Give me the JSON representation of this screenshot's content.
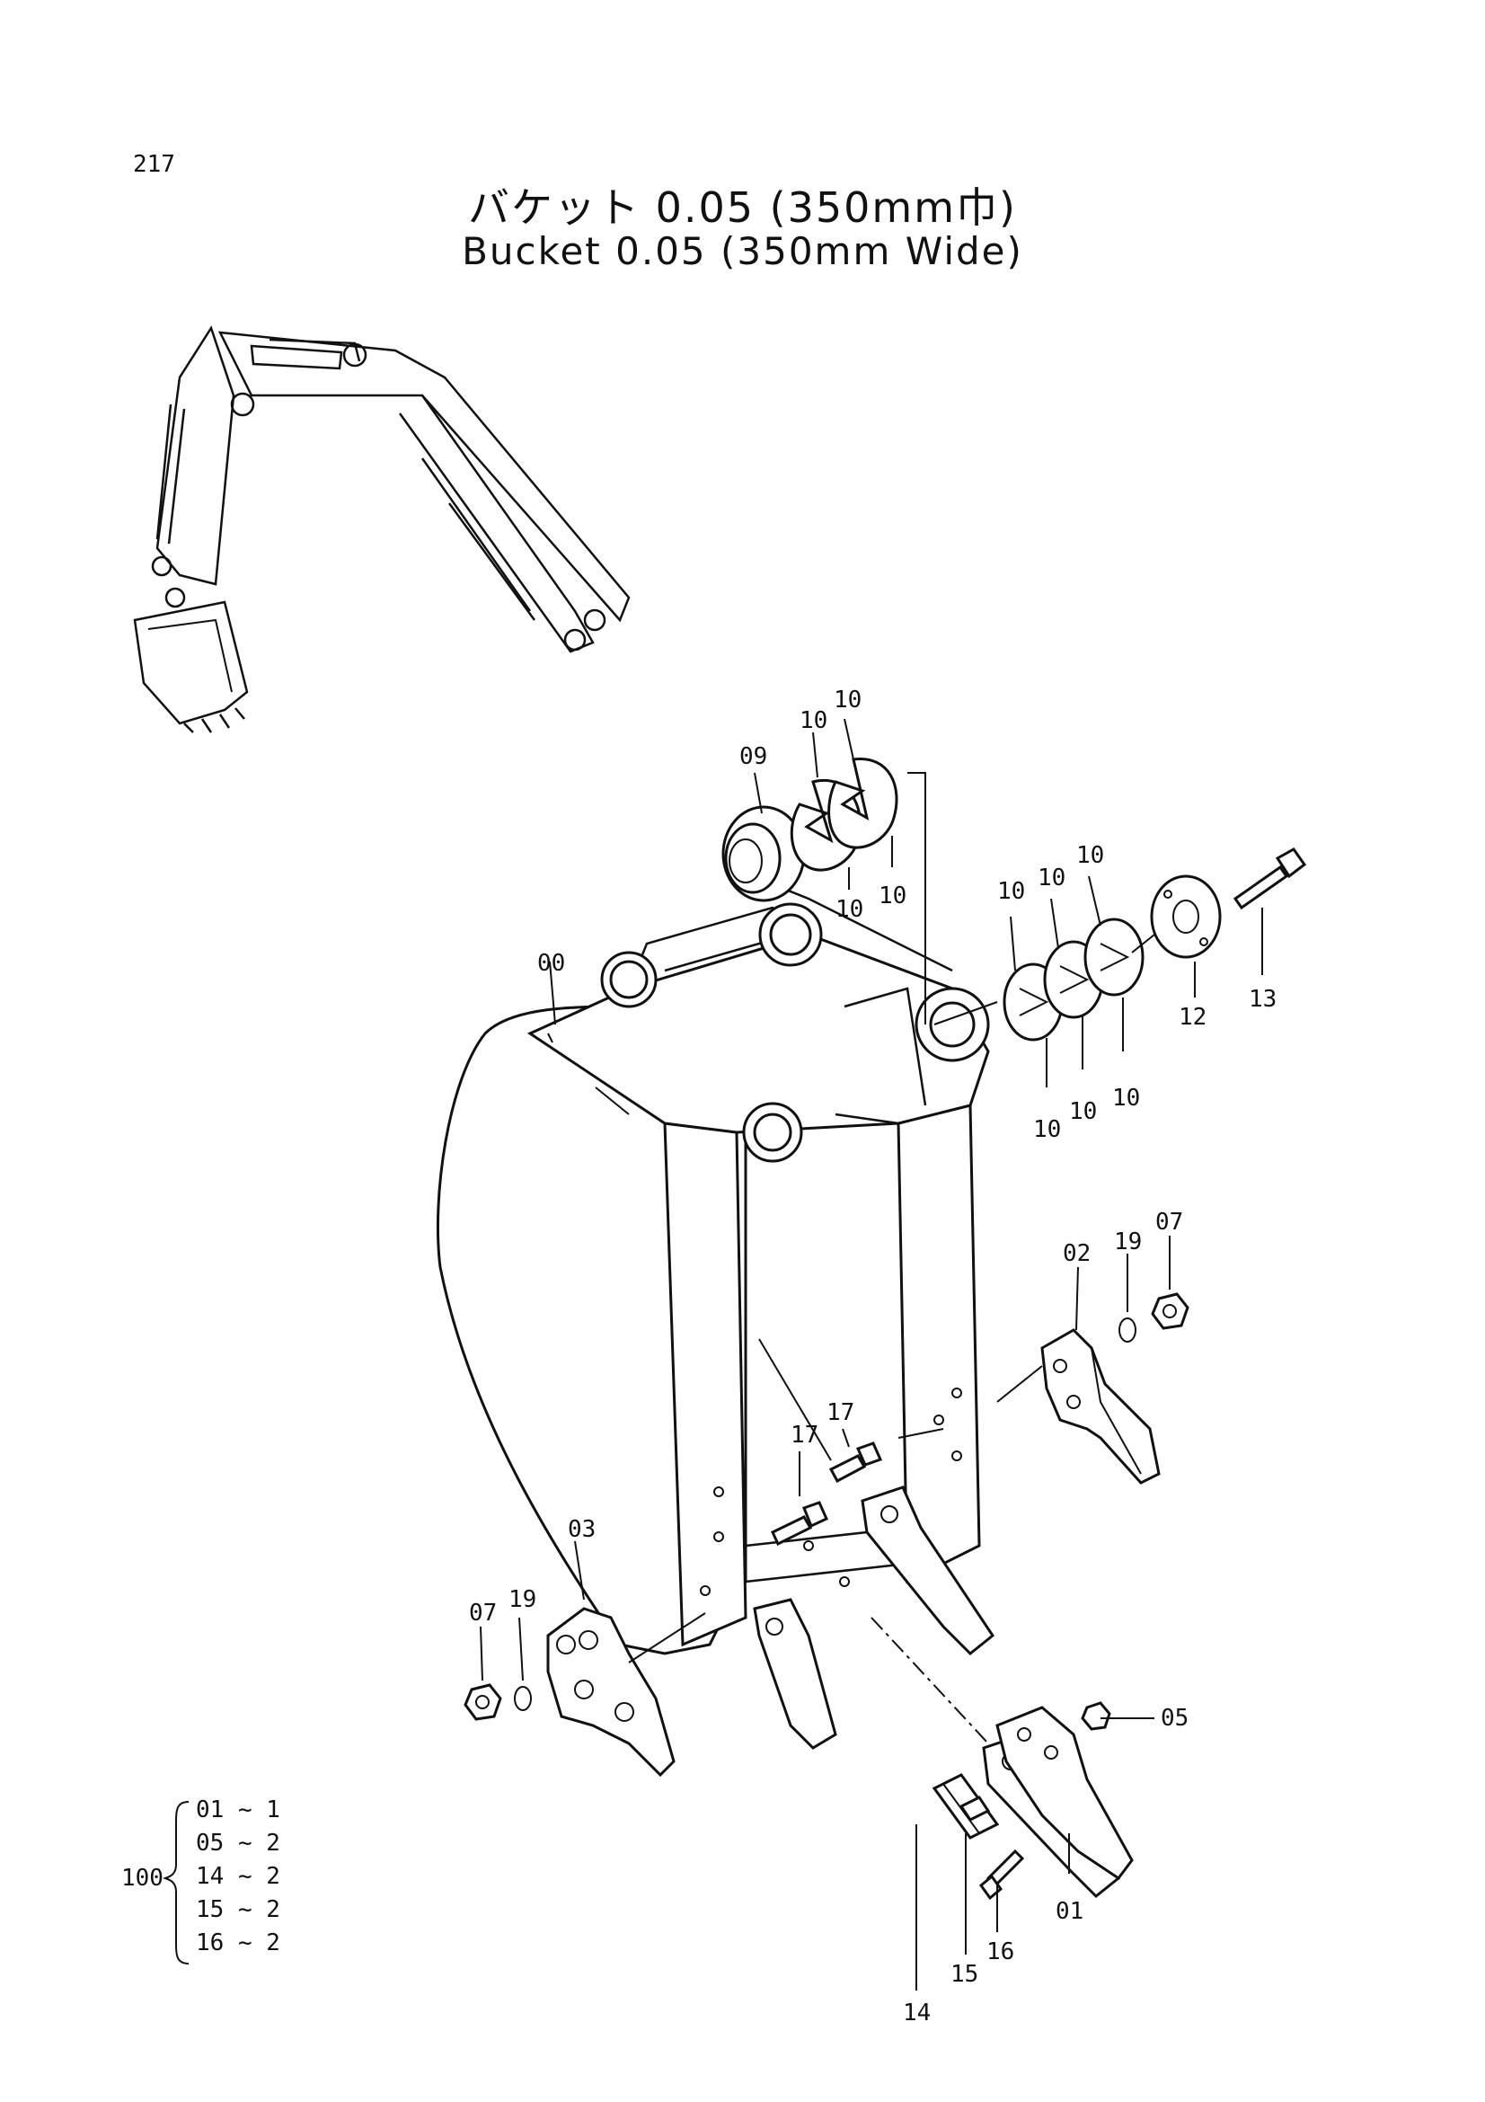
{
  "page_number": "217",
  "title_ja": "バケット 0.05 (350mm巾)",
  "title_en": "Bucket 0.05 (350mm Wide)",
  "callouts": {
    "c00": "00",
    "c01": "01",
    "c02": "02",
    "c03": "03",
    "c05": "05",
    "c07a": "07",
    "c07b": "07",
    "c09": "09",
    "c10": "10",
    "c12": "12",
    "c13": "13",
    "c14": "14",
    "c15": "15",
    "c16": "16",
    "c17": "17",
    "c19": "19"
  },
  "kit": {
    "number": "100",
    "items": [
      "01 ~ 1",
      "05 ~ 2",
      "14 ~ 2",
      "15 ~ 2",
      "16 ~ 2"
    ]
  }
}
